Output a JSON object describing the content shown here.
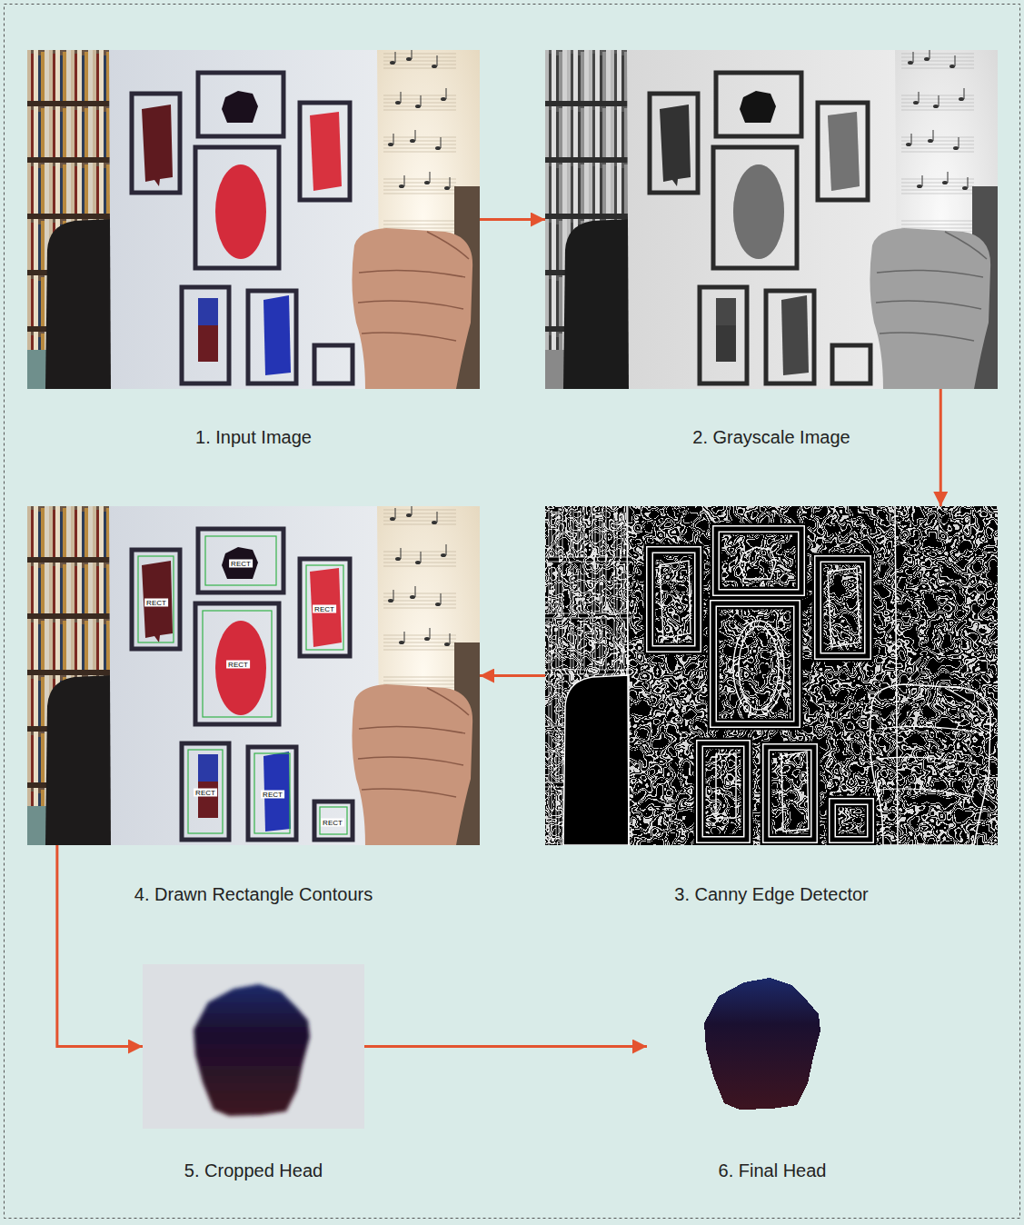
{
  "diagram": {
    "nodes": [
      {
        "text": [
          "1. Input Image"
        ]
      },
      {
        "text": [
          "2. Grayscale Image"
        ]
      },
      {
        "text": [
          "3. Canny Edge Detector"
        ]
      },
      {
        "text": [
          "4. Drawn Rectangle Contours"
        ]
      },
      {
        "text": [
          "5. Cropped Head"
        ]
      },
      {
        "text": [
          "6. Final Head"
        ]
      }
    ],
    "edges": [
      {
        "from": 0,
        "to": 1,
        "arrow": "to"
      },
      {
        "from": 1,
        "to": 2,
        "arrow": "to"
      },
      {
        "from": 2,
        "to": 3,
        "arrow": "to"
      },
      {
        "from": 3,
        "to": 4,
        "arrow": "to"
      },
      {
        "from": 4,
        "to": 5,
        "arrow": "to"
      }
    ],
    "labels": [
      "RECT",
      "RECT",
      "RECT",
      "RECT",
      "RECT",
      "RECT",
      "RECT"
    ]
  }
}
